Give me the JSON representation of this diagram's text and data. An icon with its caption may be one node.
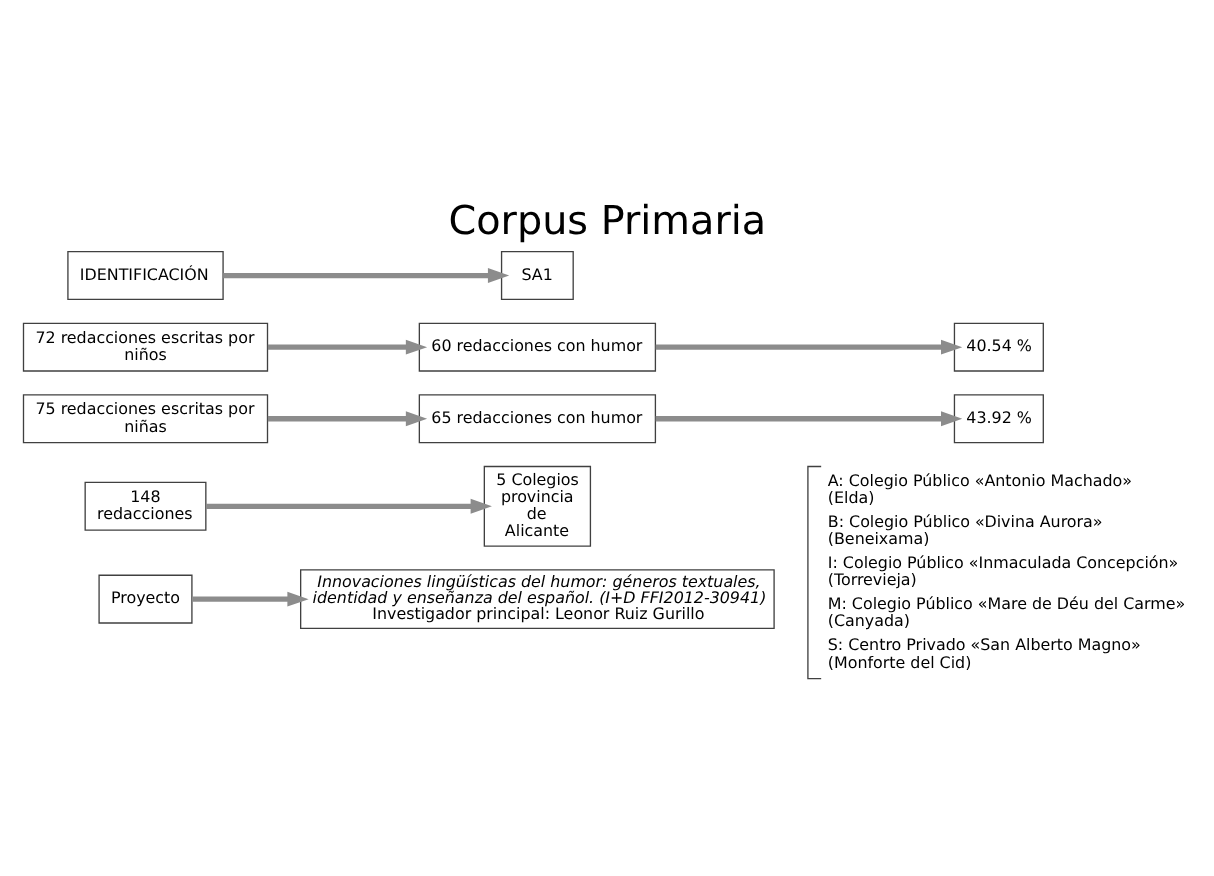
{
  "diagram": {
    "title": "Corpus Primaria",
    "nodes": [
      {
        "text": [
          "Proyecto"
        ]
      },
      {
        "text": [
          "Innovaciones lingüísticas del humor: géneros textuales, identidad y enseñanza del español. (I+D FFI2012-30941)",
          "Investigador principal: Leonor Ruiz Gurillo"
        ]
      },
      {
        "text": [
          "148 redacciones"
        ]
      },
      {
        "text": [
          "5 Colegios provincia de Alicante"
        ]
      },
      {
        "text": [
          "A: Colegio Público «Antonio Machado» (Elda)",
          "B: Colegio Público «Divina Aurora» (Beneixama)",
          "I: Colegio Público «Inmaculada Concepción» (Torrevieja)",
          "M: Colegio Público «Mare de Déu del Carme» (Canyada)",
          "S: Centro Privado «San Alberto Magno» (Monforte del Cid)"
        ]
      },
      {
        "text": [
          "75 redacciones escritas por niñas"
        ]
      },
      {
        "text": [
          "65 redacciones con humor"
        ]
      },
      {
        "text": [
          "43.92 %"
        ]
      },
      {
        "text": [
          "72 redacciones escritas por niños"
        ]
      },
      {
        "text": [
          "60 redacciones con humor"
        ]
      },
      {
        "text": [
          "40.54 %"
        ]
      },
      {
        "text": [
          "IDENTIFICACIÓN"
        ]
      },
      {
        "text": [
          "SA1"
        ]
      }
    ],
    "edges": [
      {
        "from": 0,
        "to": 1,
        "arrow": "to"
      },
      {
        "from": 2,
        "to": 3,
        "arrow": "to"
      },
      {
        "from": 5,
        "to": 6,
        "arrow": "to"
      },
      {
        "from": 6,
        "to": 7,
        "arrow": "to"
      },
      {
        "from": 8,
        "to": 9,
        "arrow": "to"
      },
      {
        "from": 9,
        "to": 10,
        "arrow": "to"
      },
      {
        "from": 11,
        "to": 12,
        "arrow": "to"
      }
    ]
  }
}
